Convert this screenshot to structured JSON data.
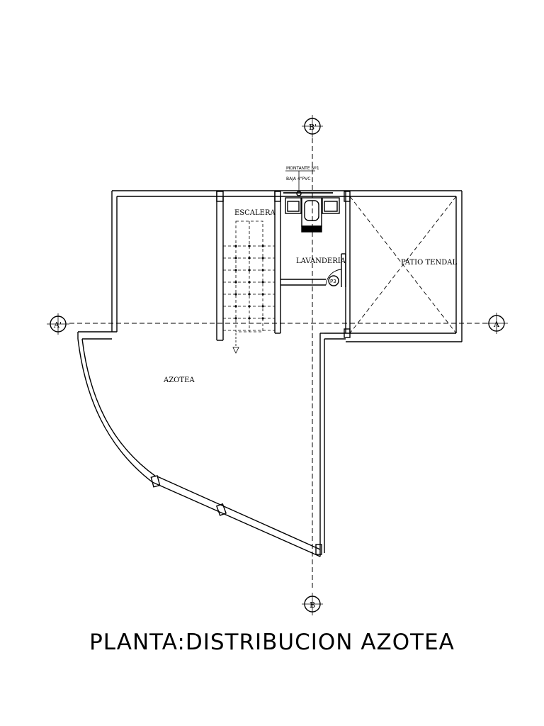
{
  "title": "PLANTA:DISTRIBUCION AZOTEA",
  "rooms": {
    "escalera": "ESCALERA",
    "lavanderia": "LAVANDERIA",
    "patio_tendal": "PATIO TENDAL",
    "azotea": "AZOTEA"
  },
  "notes": {
    "montante_line1": "MONTANTE Nº1",
    "montante_line2": "BAJA 4\"PVC"
  },
  "axes": {
    "b_top": "B'",
    "b_bottom": "B",
    "a_left": "A'",
    "a_right": "A"
  },
  "tags": {
    "p_tag": "P3"
  }
}
